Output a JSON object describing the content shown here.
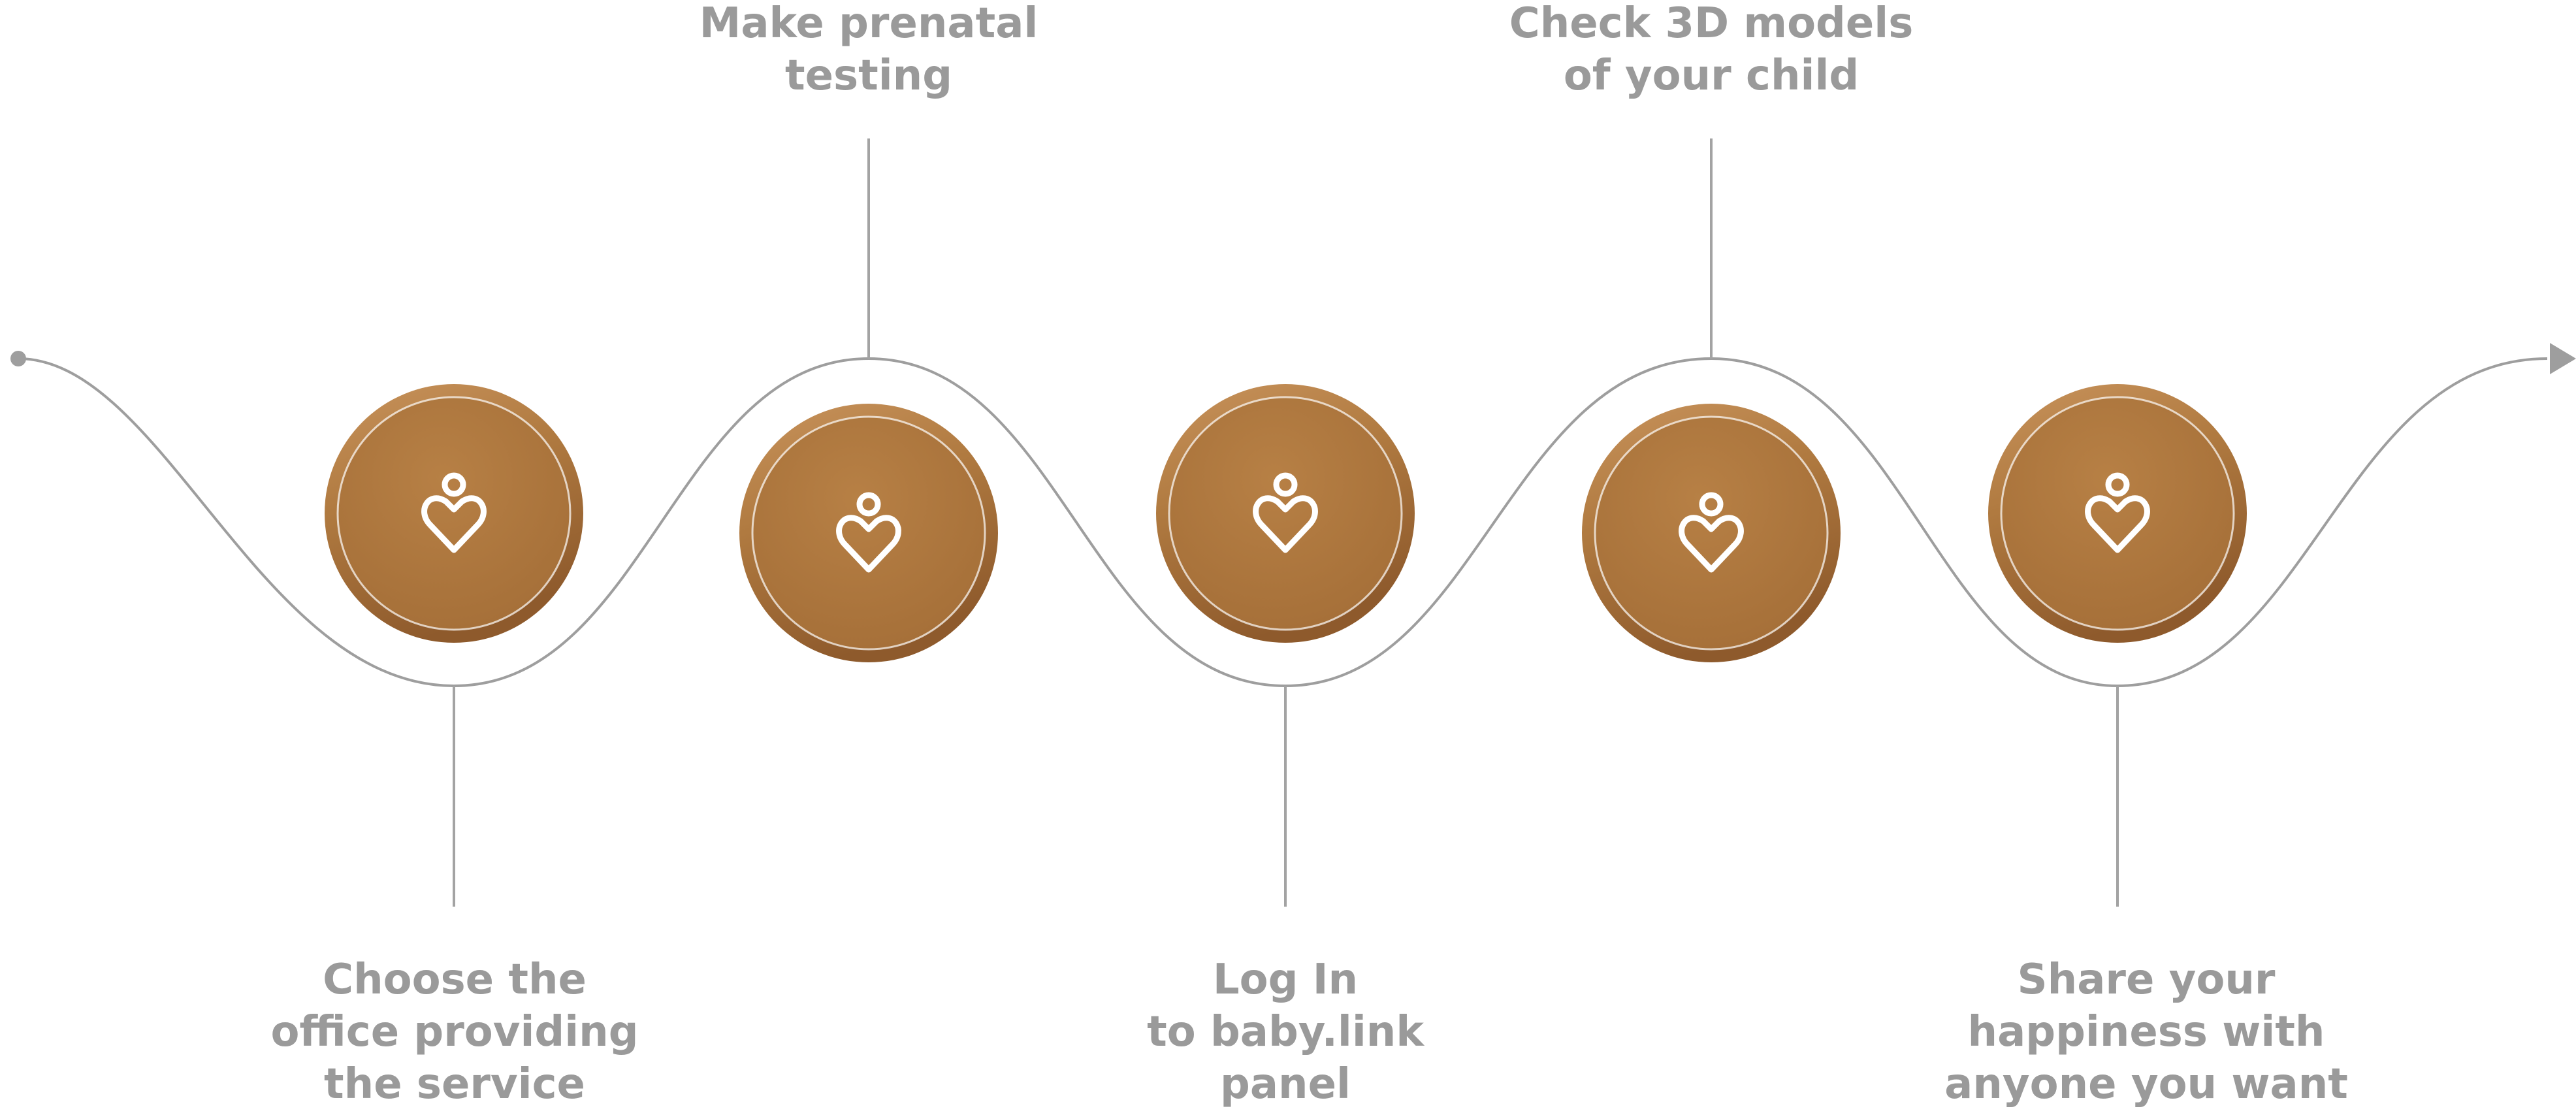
{
  "palette": {
    "curve": "#9e9e9e",
    "connector": "#a3a3a3",
    "text": "#9a9a9a",
    "circle_light": "#c48f5a",
    "circle_mid": "#b07a40",
    "circle_dark": "#8e5a2c",
    "icon_stroke": "#ffffff"
  },
  "flow": {
    "start_marker": "dot",
    "end_marker": "arrow-right"
  },
  "steps": [
    {
      "icon": "baby-heart-icon",
      "side": "bottom",
      "lines": [
        "Choose the",
        "office providing",
        "the service"
      ]
    },
    {
      "icon": "baby-heart-icon",
      "side": "top",
      "lines": [
        "Make prenatal",
        "testing"
      ]
    },
    {
      "icon": "baby-heart-icon",
      "side": "bottom",
      "lines": [
        "Log In",
        "to baby.link",
        "panel"
      ]
    },
    {
      "icon": "baby-heart-icon",
      "side": "top",
      "lines": [
        "Check 3D models",
        "of your child"
      ]
    },
    {
      "icon": "baby-heart-icon",
      "side": "bottom",
      "lines": [
        "Share your",
        "happiness with",
        "anyone you want"
      ]
    }
  ]
}
